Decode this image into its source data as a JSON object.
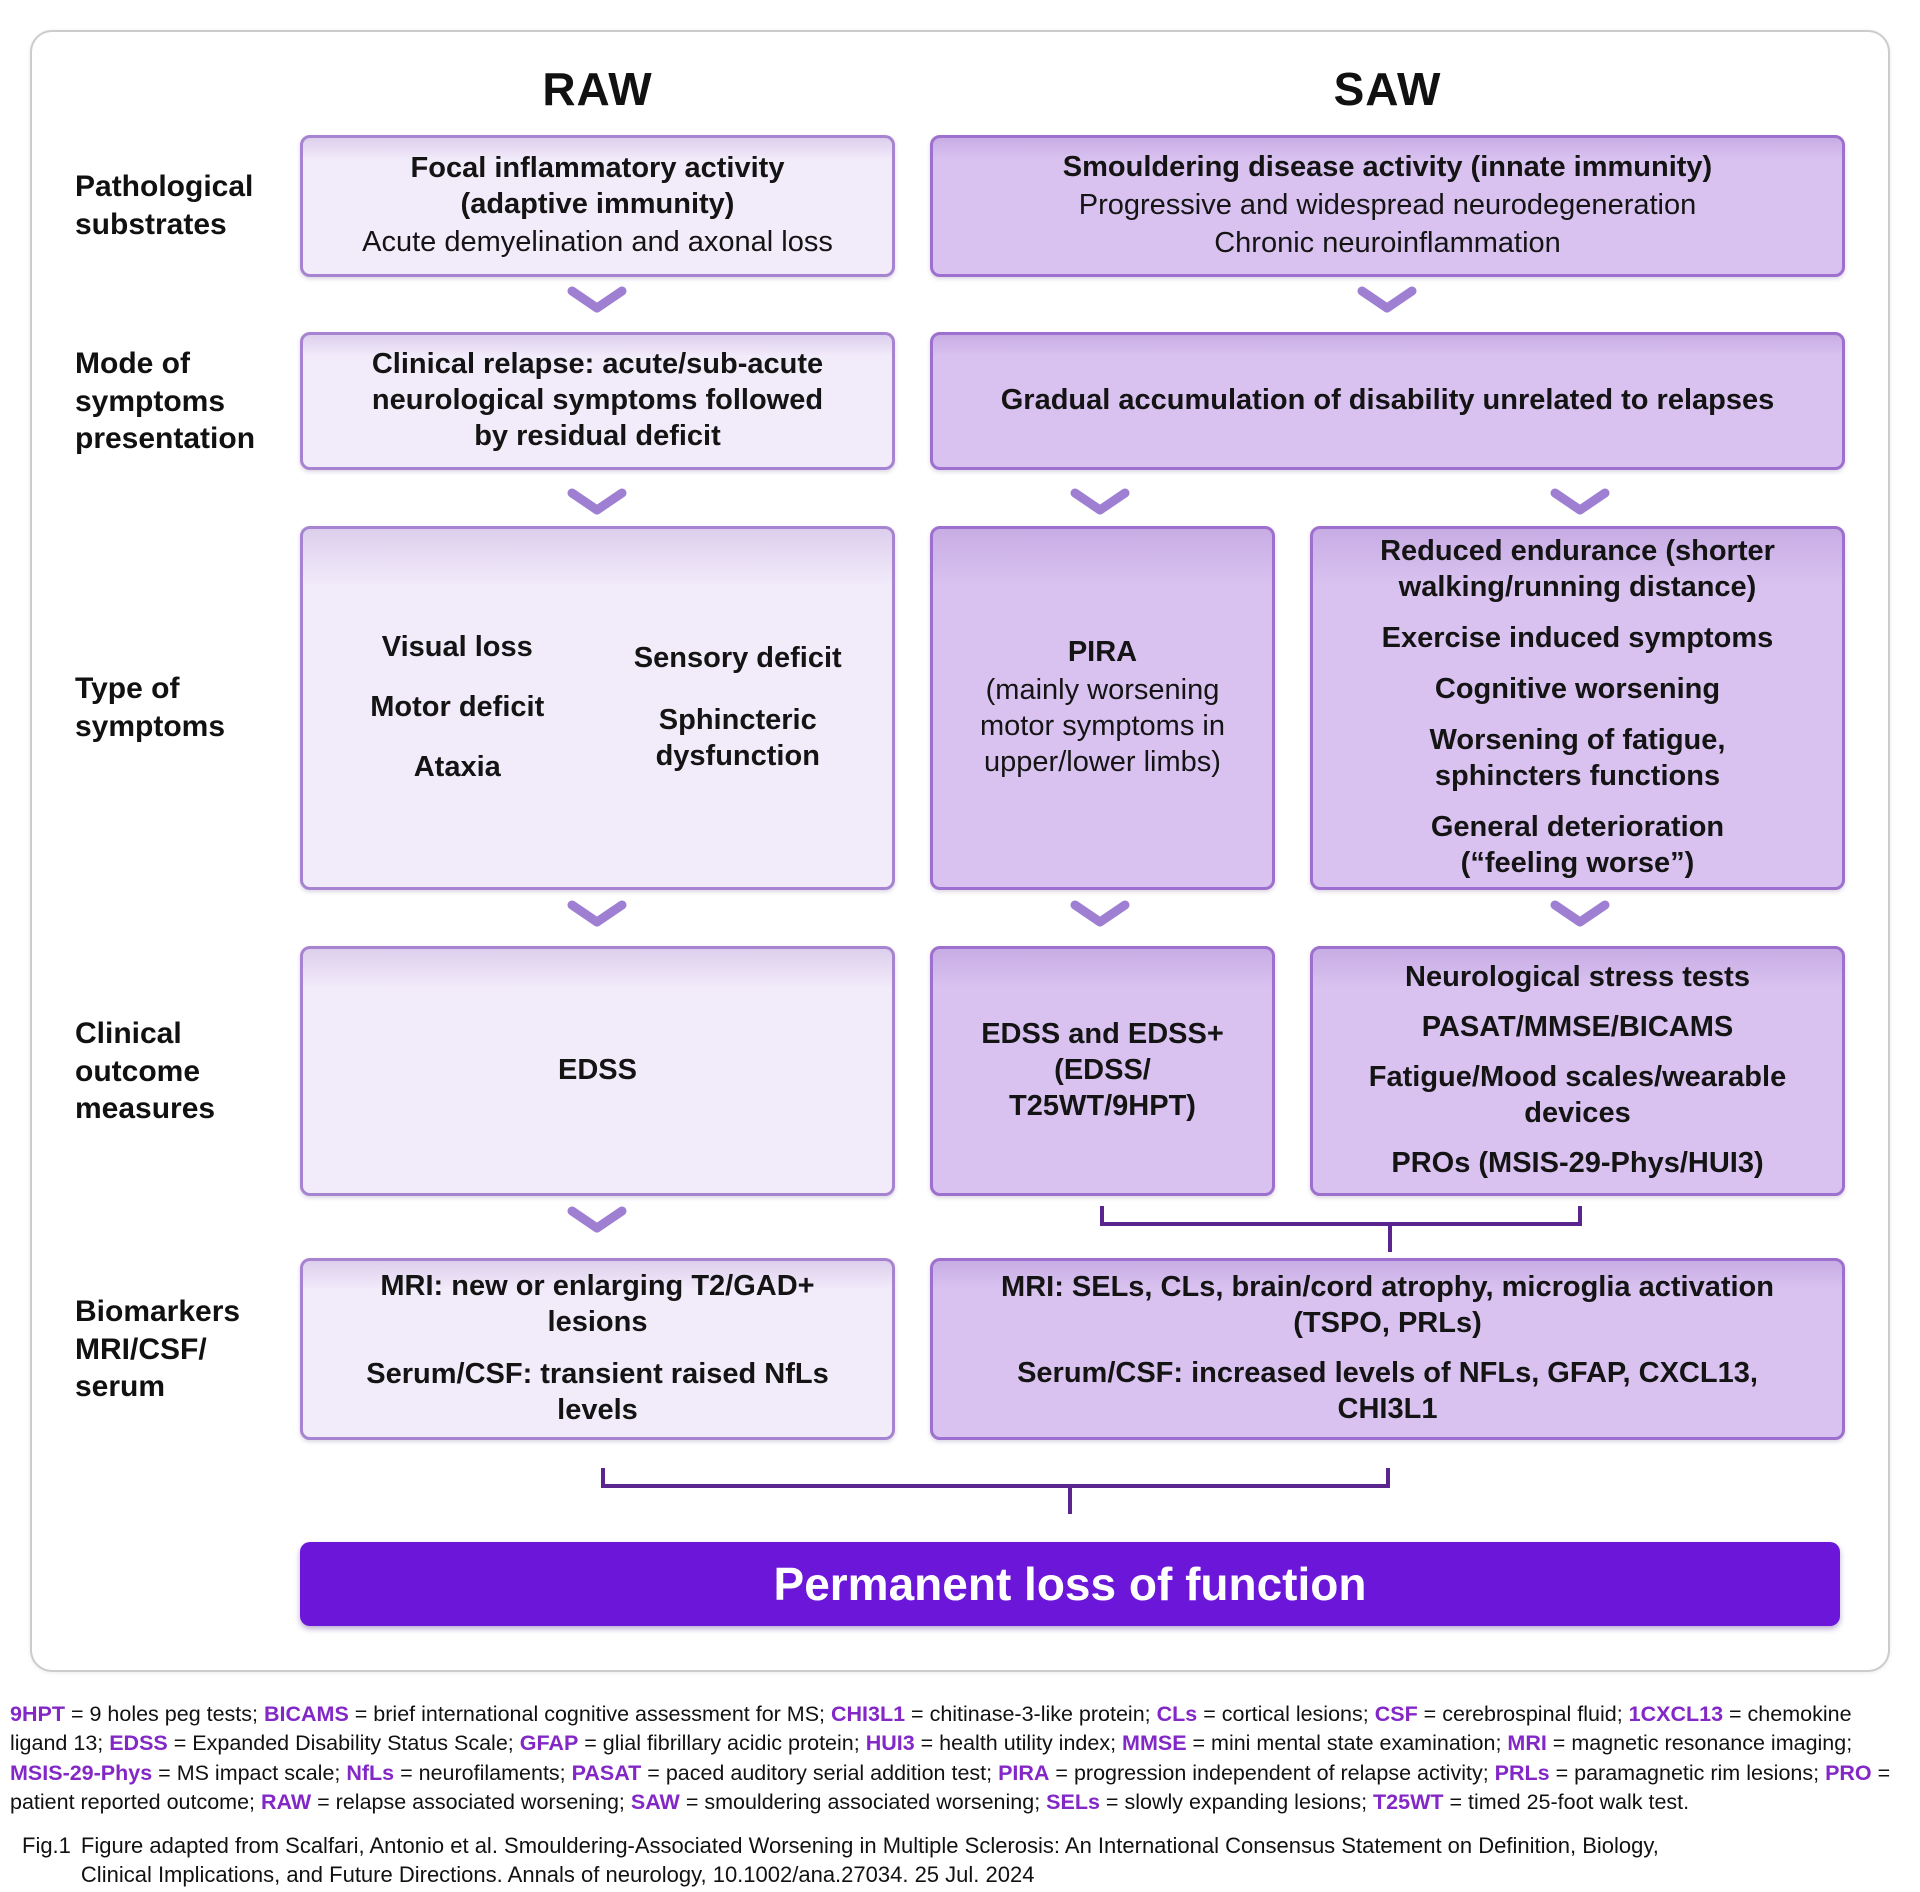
{
  "header": {
    "raw": "RAW",
    "saw": "SAW"
  },
  "row_labels": {
    "pathological": "Pathological\nsubstrates",
    "mode": "Mode of\nsymptoms\npresentation",
    "type": "Type of\nsymptoms",
    "clinical": "Clinical\noutcome\nmeasures",
    "biomarkers": "Biomarkers\nMRI/CSF/\nserum"
  },
  "boxes": {
    "raw_pathology": {
      "lines": [
        {
          "t": "Focal inflammatory activity\n(adaptive immunity)",
          "b": true
        },
        {
          "t": "Acute demyelination and axonal loss",
          "b": false
        }
      ]
    },
    "saw_pathology": {
      "lines": [
        {
          "t": "Smouldering disease activity (innate immunity)",
          "b": true
        },
        {
          "t": "Progressive and widespread neurodegeneration",
          "b": false
        },
        {
          "t": "Chronic neuroinflammation",
          "b": false
        }
      ]
    },
    "raw_mode": {
      "lines": [
        {
          "t": "Clinical relapse: acute/sub-acute\nneurological symptoms followed\nby residual deficit",
          "b": true
        }
      ]
    },
    "saw_mode": {
      "lines": [
        {
          "t": "Gradual accumulation of disability unrelated to relapses",
          "b": true
        }
      ]
    },
    "raw_symptoms_left": {
      "lines": [
        {
          "t": "Visual loss",
          "b": true
        },
        {
          "t": "Motor deficit",
          "b": true
        },
        {
          "t": "Ataxia",
          "b": true
        }
      ]
    },
    "raw_symptoms_right": {
      "lines": [
        {
          "t": "Sensory deficit",
          "b": true
        },
        {
          "t": "Sphincteric\ndysfunction",
          "b": true
        }
      ]
    },
    "saw_pira": {
      "lines": [
        {
          "t": "PIRA",
          "b": true
        },
        {
          "t": "(mainly worsening\nmotor symptoms in\nupper/lower limbs)",
          "b": false
        }
      ]
    },
    "saw_symptoms": {
      "lines": [
        {
          "t": "Reduced endurance (shorter\nwalking/running distance)",
          "b": true
        },
        {
          "t": "Exercise induced symptoms",
          "b": true
        },
        {
          "t": "Cognitive worsening",
          "b": true
        },
        {
          "t": "Worsening of fatigue,\nsphincters functions",
          "b": true
        },
        {
          "t": "General deterioration\n(“feeling worse”)",
          "b": true
        }
      ]
    },
    "raw_outcomes": {
      "lines": [
        {
          "t": "EDSS",
          "b": true
        }
      ]
    },
    "saw_outcomes_edss": {
      "lines": [
        {
          "t": "EDSS and EDSS+\n(EDSS/\nT25WT/9HPT)",
          "b": true
        }
      ]
    },
    "saw_outcomes_tests": {
      "lines": [
        {
          "t": "Neurological stress tests",
          "b": true
        },
        {
          "t": "PASAT/MMSE/BICAMS",
          "b": true
        },
        {
          "t": "Fatigue/Mood scales/wearable\ndevices",
          "b": true
        },
        {
          "t": "PROs (MSIS-29-Phys/HUI3)",
          "b": true
        }
      ]
    },
    "raw_biomarkers": {
      "lines": [
        {
          "t": "MRI: new or enlarging T2/GAD+\nlesions",
          "b": true
        },
        {
          "t": "Serum/CSF: transient raised NfLs\nlevels",
          "b": true
        }
      ]
    },
    "saw_biomarkers": {
      "lines": [
        {
          "t": "MRI: SELs, CLs, brain/cord atrophy, microglia activation\n(TSPO, PRLs)",
          "b": true
        },
        {
          "t": "Serum/CSF: increased levels of NFLs, GFAP, CXCL13,\nCHI3L1",
          "b": true
        }
      ]
    }
  },
  "outcome_bar": {
    "label": "Permanent loss of function"
  },
  "footer": {
    "abbreviations": [
      {
        "term": "9HPT",
        "def": " = 9 holes peg tests; "
      },
      {
        "term": "BICAMS",
        "def": " = brief international cognitive assessment for MS; "
      },
      {
        "term": "CHI3L1",
        "def": " = chitinase-3-like protein; "
      },
      {
        "term": "CLs",
        "def": " = cortical lesions; "
      },
      {
        "term": "CSF",
        "def": " = cerebrospinal fluid; "
      },
      {
        "term": "1CXCL13",
        "def": " = chemokine ligand 13; "
      },
      {
        "term": "EDSS",
        "def": " = Expanded Disability Status Scale; "
      },
      {
        "term": "GFAP",
        "def": " = glial fibrillary acidic protein; "
      },
      {
        "term": "HUI3",
        "def": " = health utility index; "
      },
      {
        "term": "MMSE",
        "def": " = mini mental state examination; "
      },
      {
        "term": "MRI",
        "def": " = magnetic resonance imaging; "
      },
      {
        "term": "MSIS-29-Phys",
        "def": " = MS impact scale; "
      },
      {
        "term": "NfLs",
        "def": " = neurofilaments; "
      },
      {
        "term": "PASAT",
        "def": " = paced auditory serial addition test; "
      },
      {
        "term": "PIRA",
        "def": " = progression independent of relapse activity; "
      },
      {
        "term": "PRLs",
        "def": " = paramagnetic rim lesions; "
      },
      {
        "term": "PRO",
        "def": " = patient reported outcome; "
      },
      {
        "term": "RAW",
        "def": " = relapse associated worsening; "
      },
      {
        "term": "SAW",
        "def": " = smouldering associated worsening; "
      },
      {
        "term": "SELs",
        "def": " = slowly expanding lesions; "
      },
      {
        "term": "T25WT",
        "def": " = timed 25-foot walk test."
      }
    ],
    "citation_prefix": "Fig.1",
    "citation": "Figure adapted from Scalfari, Antonio et al. Smouldering-Associated Worsening in Multiple Sclerosis: An International Consensus Statement on Definition, Biology, Clinical Implications, and Future Directions. Annals of neurology, 10.1002/ana.27034. 25 Jul. 2024"
  },
  "colors": {
    "raw_fill": "#f2ebfa",
    "raw_border": "#a684d2",
    "saw_fill": "#d9c2f0",
    "saw_border": "#9d6fce",
    "chevron": "#9e7fd2",
    "bracket": "#5b2590",
    "bar_fill": "#6b16d8",
    "bar_text": "#ffffff",
    "abbr_term": "#8328c7",
    "text": "#141414",
    "frame_border": "#cccccc"
  }
}
